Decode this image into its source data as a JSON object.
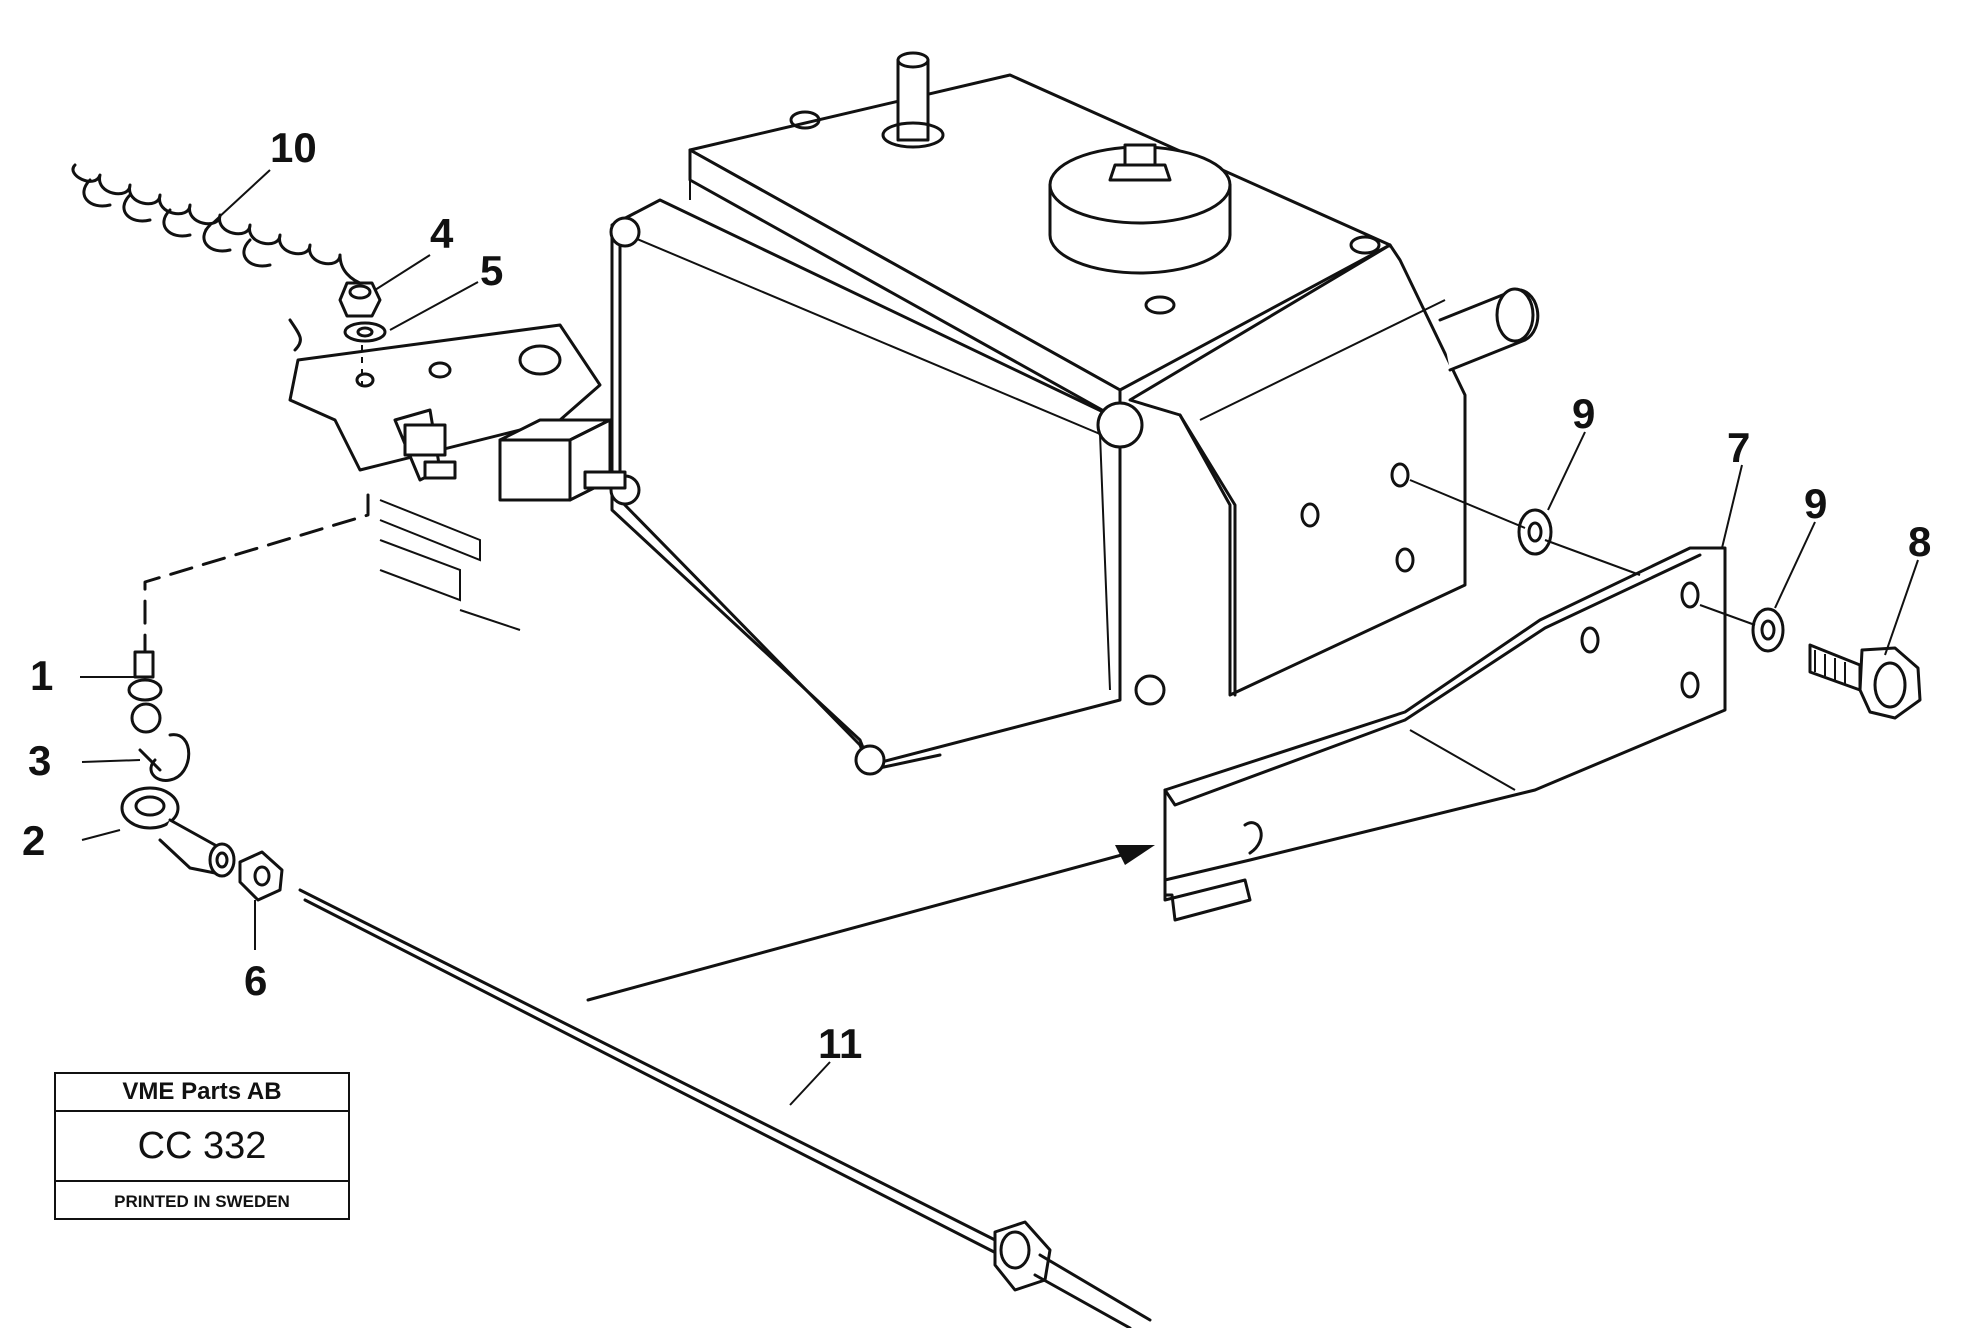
{
  "callouts": {
    "c1": "1",
    "c2": "2",
    "c3": "3",
    "c4": "4",
    "c5": "5",
    "c6": "6",
    "c7": "7",
    "c8": "8",
    "c9a": "9",
    "c9b": "9",
    "c10": "10",
    "c11": "11"
  },
  "stamp": {
    "company": "VME Parts AB",
    "code": "CC 332",
    "printed": "PRINTED IN SWEDEN"
  }
}
